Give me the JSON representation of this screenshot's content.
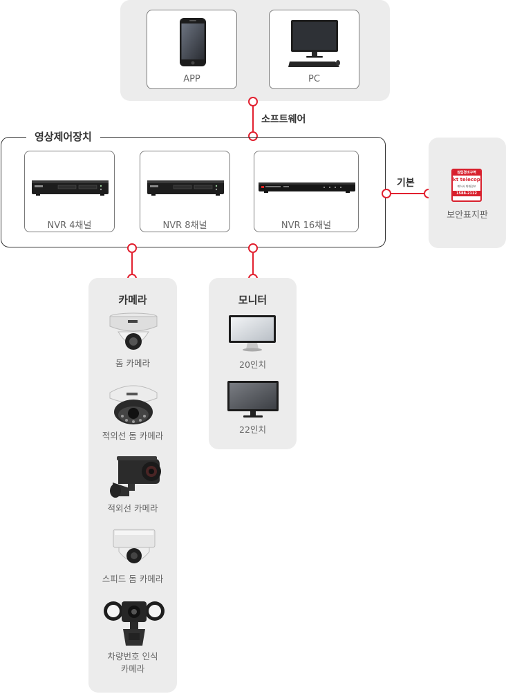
{
  "software": {
    "devices": [
      {
        "label": "APP",
        "icon": "smartphone-icon"
      },
      {
        "label": "PC",
        "icon": "desktop-pc-icon"
      }
    ],
    "connector_label": "소프트웨어"
  },
  "control": {
    "title": "영상제어장치",
    "nvrs": [
      {
        "label": "NVR 4채널",
        "icon": "nvr-icon"
      },
      {
        "label": "NVR 8채널",
        "icon": "nvr-icon"
      },
      {
        "label": "NVR 16채널",
        "icon": "nvr-icon"
      }
    ]
  },
  "signboard": {
    "connector_label": "기본",
    "label": "보안표지판",
    "sign_lines": [
      "침입경비구역",
      "kt telecop",
      "케어서 화재경보",
      "1588-2112"
    ]
  },
  "cameras": {
    "title": "카메라",
    "items": [
      {
        "label": "돔 카메라",
        "icon": "dome-camera-icon"
      },
      {
        "label": "적외선 돔 카메라",
        "icon": "ir-dome-camera-icon"
      },
      {
        "label": "적외선 카메라",
        "icon": "ir-bullet-camera-icon"
      },
      {
        "label": "스피드 돔 카메라",
        "icon": "speed-dome-camera-icon"
      },
      {
        "label_lines": [
          "차량번호 인식",
          "카메라"
        ],
        "icon": "lpr-camera-icon"
      }
    ]
  },
  "monitors": {
    "title": "모니터",
    "items": [
      {
        "label": "20인치",
        "icon": "monitor-20-icon"
      },
      {
        "label": "22인치",
        "icon": "monitor-22-icon"
      }
    ]
  },
  "colors": {
    "accent": "#e2202f",
    "panel": "#ececec",
    "border": "#7a7a7a"
  }
}
